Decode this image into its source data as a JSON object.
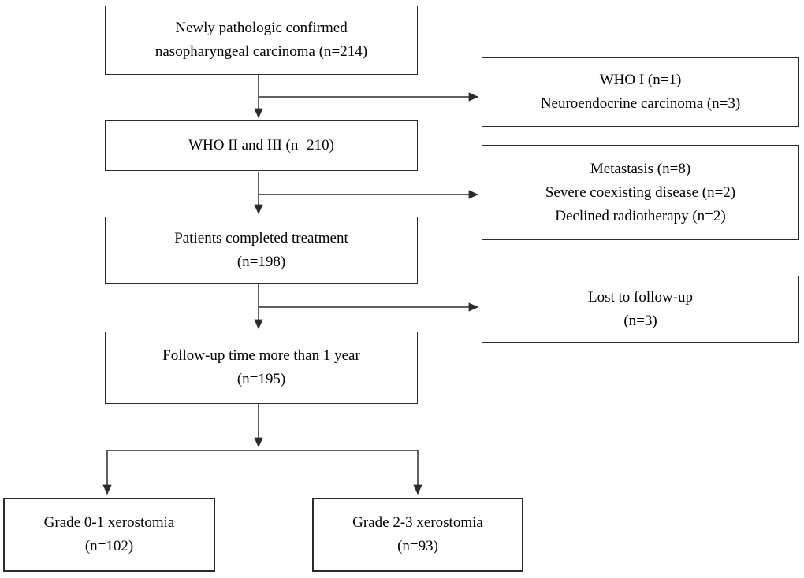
{
  "figure": {
    "type": "patient-flow-diagram",
    "colors": {
      "background": "#ffffff",
      "box_border": "#2b2b2b",
      "connector": "#2b2b2b",
      "text": "#000000"
    }
  },
  "flowchart": {
    "nodes": {
      "enrolled": {
        "lines": [
          "Newly pathologic confirmed",
          "nasopharyngeal carcinoma (n=214)"
        ]
      },
      "who_ii_iii": {
        "lines": [
          "WHO II and III (n=210)"
        ]
      },
      "completed_treatment": {
        "lines": [
          "Patients completed treatment",
          "(n=198)"
        ]
      },
      "followup_over_1_year": {
        "lines": [
          "Follow-up time more than 1 year",
          "(n=195)"
        ]
      },
      "excluded_pathology": {
        "lines": [
          "WHO I (n=1)",
          "Neuroendocrine carcinoma (n=3)"
        ]
      },
      "excluded_clinical": {
        "lines": [
          "Metastasis (n=8)",
          "Severe coexisting disease (n=2)",
          "Declined radiotherapy (n=2)"
        ]
      },
      "lost_to_followup": {
        "lines": [
          "Lost to follow-up",
          "(n=3)"
        ]
      },
      "grade_0_1": {
        "lines": [
          "Grade 0-1 xerostomia",
          "(n=102)"
        ]
      },
      "grade_2_3": {
        "lines": [
          "Grade 2-3 xerostomia",
          "(n=93)"
        ]
      }
    }
  }
}
